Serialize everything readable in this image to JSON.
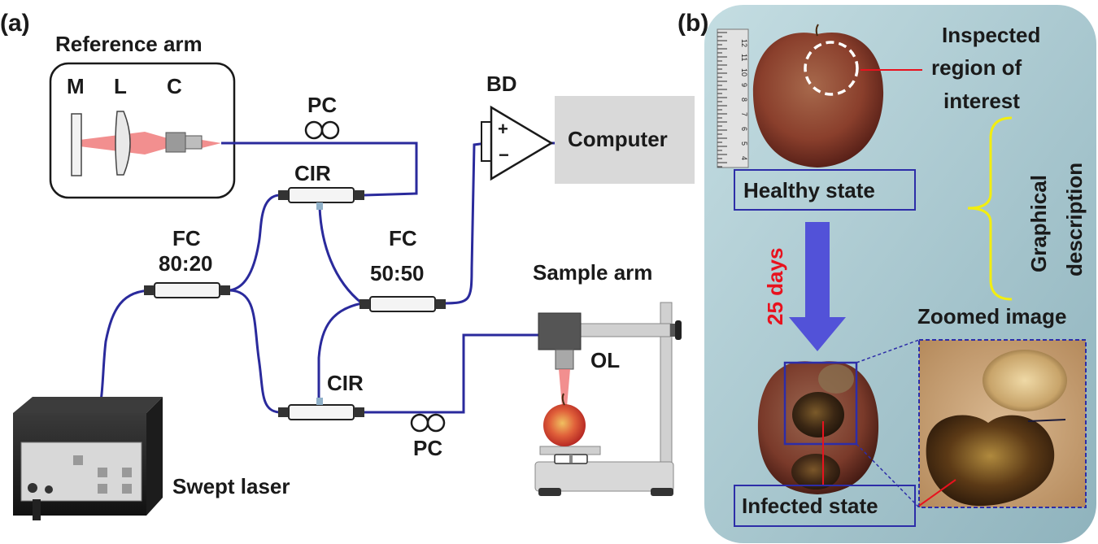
{
  "panel_a": {
    "tag": "(a)",
    "reference_arm": {
      "title": "Reference arm",
      "mirror": "M",
      "lens": "L",
      "collimator": "C"
    },
    "pc_top": "PC",
    "cir_top": "CIR",
    "fc_8020": {
      "name": "FC",
      "ratio": "80:20"
    },
    "fc_5050": {
      "name": "FC",
      "ratio": "50:50"
    },
    "cir_bottom": "CIR",
    "pc_bottom": "PC",
    "bd": {
      "name": "BD",
      "plus": "+",
      "minus": "−"
    },
    "computer": "Computer",
    "sample_arm": "Sample arm",
    "objective_lens": "OL",
    "swept_laser": "Swept laser",
    "fiber_color": "#2a2a9c",
    "beam_color": "#f06a6a"
  },
  "panel_b": {
    "tag": "(b)",
    "inspected_region": [
      "Inspected",
      "region of",
      "interest"
    ],
    "healthy_state": "Healthy state",
    "graphical_description": [
      "Graphical",
      "description"
    ],
    "days": "25 days",
    "zoomed_image": "Zoomed image",
    "infected_state": "Infected state",
    "ruler_ticks": [
      "12",
      "11",
      "10",
      "9",
      "8",
      "7",
      "6",
      "5",
      "4"
    ],
    "panel_bg": "#b4cfd6",
    "arrow_color": "#5252d8",
    "brace_color": "#f2ee10",
    "days_color": "#e8121e"
  }
}
